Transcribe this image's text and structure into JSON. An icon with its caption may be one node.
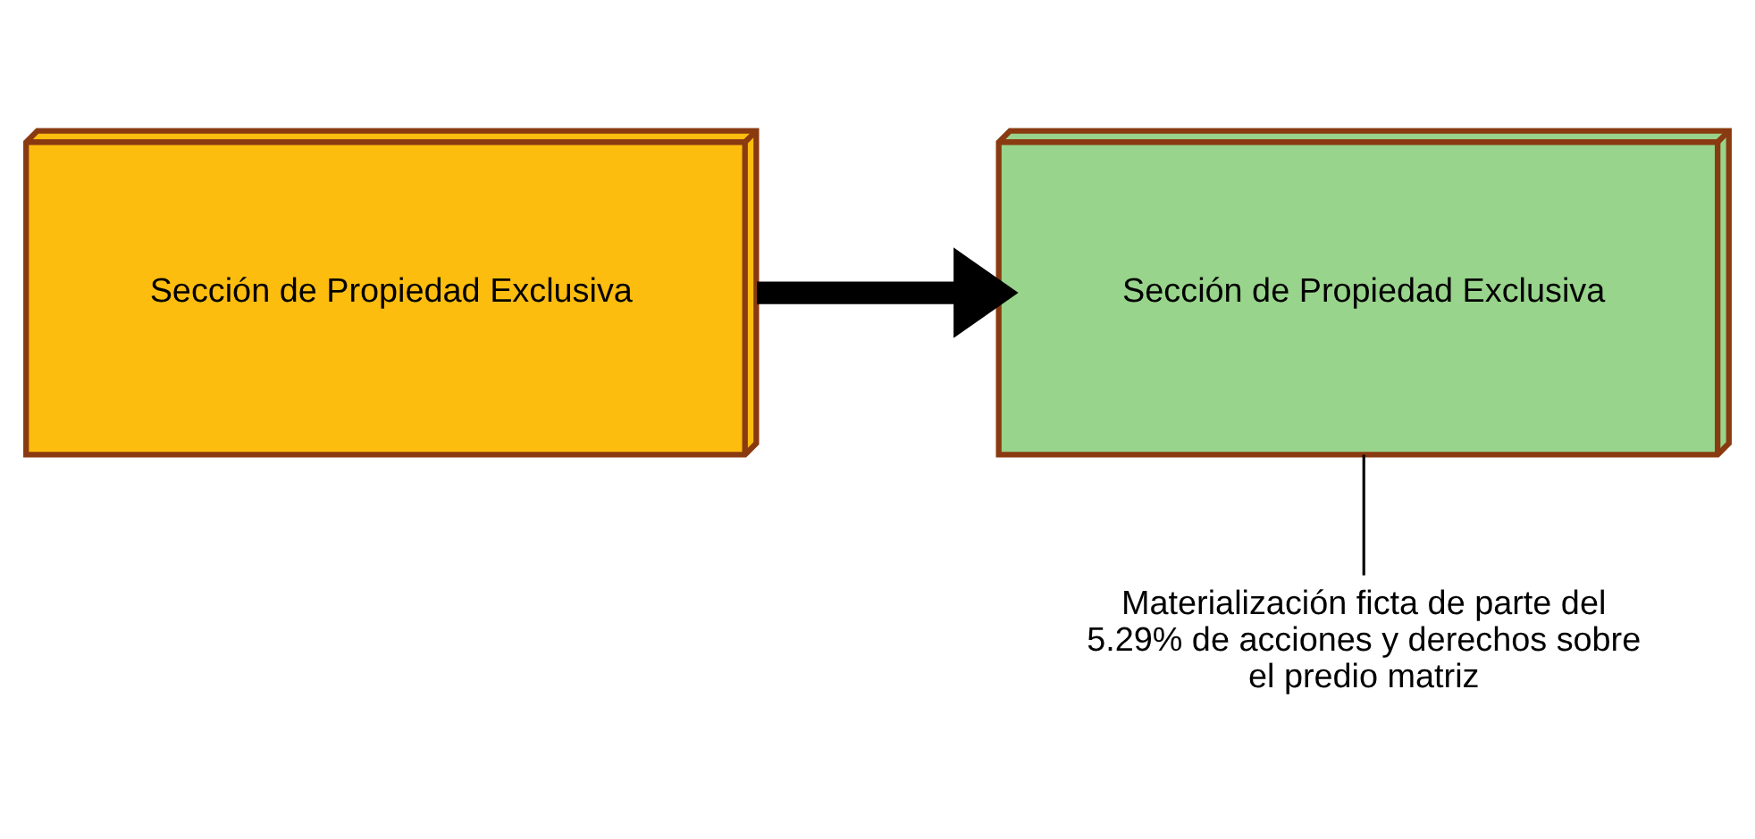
{
  "diagram": {
    "nodes": [
      {
        "text": [
          "Sección de Propiedad Exclusiva"
        ]
      },
      {
        "text": [
          "Sección de Propiedad Exclusiva"
        ]
      },
      {
        "text": [
          "Materialización ficta de parte del 5.29% de acciones y derechos sobre el predio matriz"
        ]
      }
    ],
    "edges": [
      {
        "from": 0,
        "to": 1,
        "arrow": "to",
        "style": "thick"
      },
      {
        "from": 2,
        "to": 1,
        "arrow": "none"
      }
    ]
  }
}
